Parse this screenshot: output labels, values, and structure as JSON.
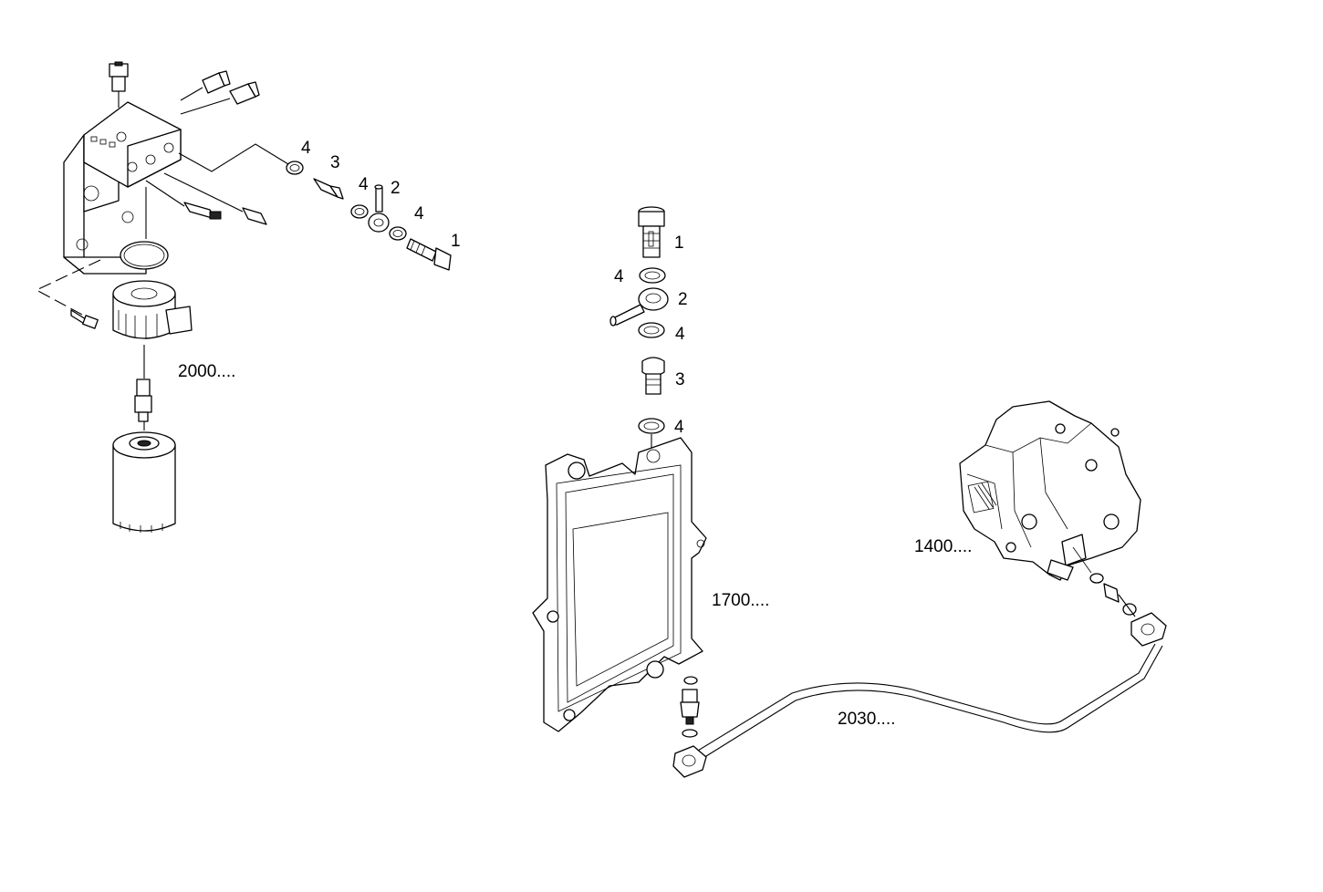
{
  "callouts": {
    "left": {
      "c4a": "4",
      "c3": "3",
      "c4b": "4",
      "c2": "2",
      "c4c": "4",
      "c1": "1"
    },
    "center": {
      "c1": "1",
      "c4a": "4",
      "c2": "2",
      "c4b": "4",
      "c3": "3",
      "c4c": "4"
    }
  },
  "groups": {
    "filter_group": "2000....",
    "plate_group": "1700....",
    "pump_group": "1400....",
    "pipe_group": "2030...."
  }
}
